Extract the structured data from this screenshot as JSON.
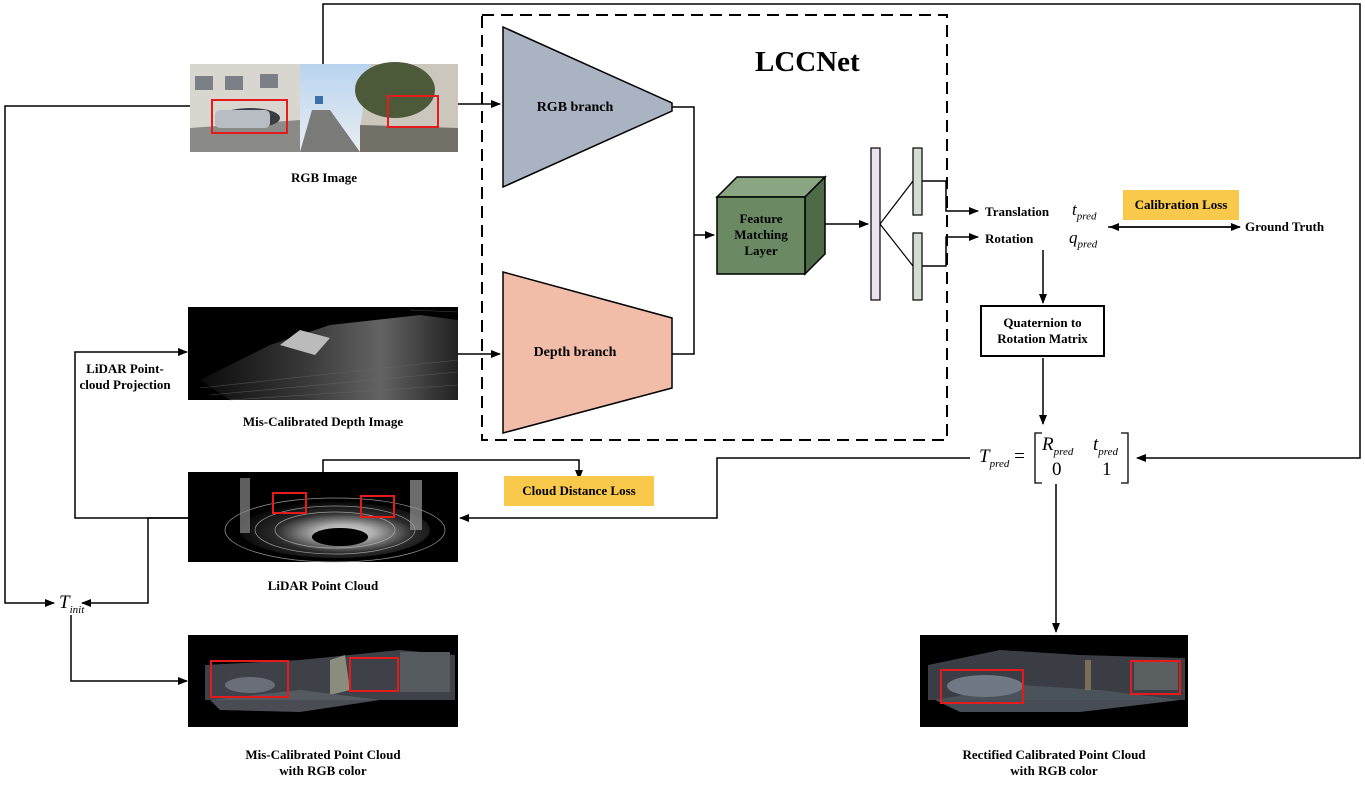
{
  "title": "LCCNet",
  "rgb_image": {
    "caption": "RGB Image"
  },
  "depth_image": {
    "caption": "Mis-Calibrated Depth Image"
  },
  "lidar_cloud": {
    "caption": "LiDAR Point Cloud"
  },
  "miscal_cloud": {
    "caption_line1": "Mis-Calibrated Point Cloud",
    "caption_line2": "with RGB color"
  },
  "rectified_cloud": {
    "caption_line1": "Rectified Calibrated Point Cloud",
    "caption_line2": "with RGB color"
  },
  "projection_label": {
    "line1": "LiDAR Point-",
    "line2": "cloud Projection"
  },
  "branches": {
    "rgb": "RGB branch",
    "depth": "Depth branch"
  },
  "feature_layer": {
    "line1": "Feature",
    "line2": "Matching",
    "line3": "Layer"
  },
  "outputs": {
    "translation": "Translation",
    "rotation": "Rotation",
    "t_sym": "t",
    "q_sym": "q",
    "pred_sub": "pred"
  },
  "calibration_loss": "Calibration Loss",
  "ground_truth": "Ground Truth",
  "quaternion_box": {
    "line1": "Quaternion to",
    "line2": "Rotation Matrix"
  },
  "cloud_distance_loss": "Cloud Distance Loss",
  "t_init": {
    "sym": "T",
    "sub": "init"
  },
  "t_pred": {
    "sym": "T",
    "sub": "pred",
    "eq": "=",
    "R": "R",
    "t": "t",
    "zero": "0",
    "one": "1"
  },
  "colors": {
    "rgb_branch": "#a9b3c1",
    "depth_branch": "#f1bca8",
    "feature_front": "#6b8a63",
    "fc_bar": "#ebe1ef",
    "tag": "#f9c94b",
    "red_box": "#e51b1b"
  }
}
